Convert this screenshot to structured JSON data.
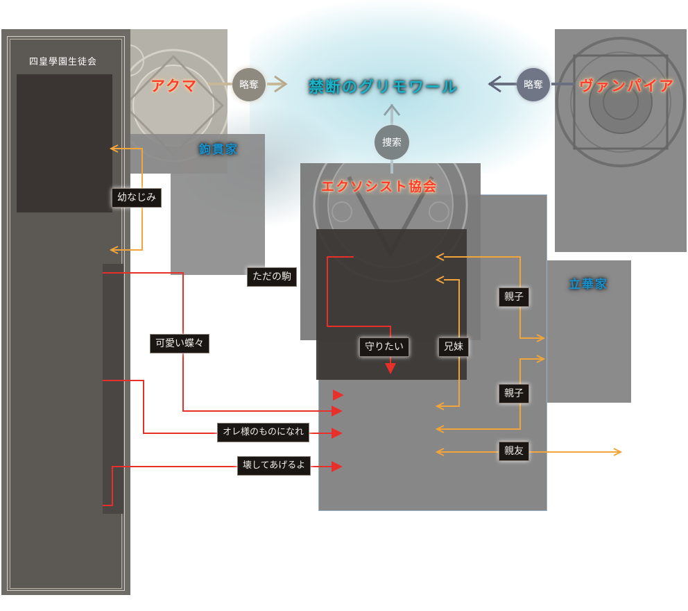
{
  "nodes": {
    "akuma": "アクマ",
    "grimoire": "禁断のグリモワール",
    "vampire": "ヴァンパイア",
    "exorcist": "エクソシスト協会",
    "student_council": "四皇學園生徒会",
    "kouzuki": "鉤貫家",
    "tachibana": "立華家"
  },
  "circles": {
    "ryakudatsu_left": "略奪",
    "ryakudatsu_right": "略奪",
    "sousaku": "捜索"
  },
  "relations": {
    "osananajimi": "幼なじみ",
    "tada_no_koma": "ただの駒",
    "kawaii_chouchou": "可愛い蝶々",
    "mamoritai": "守りたい",
    "kyoudai": "兄妹",
    "oyako_1": "親子",
    "oyako_2": "親子",
    "ore_sama": "オレ様のものになれ",
    "kowashite": "壊してあげるよ",
    "shinyuu": "親友"
  },
  "colors": {
    "red_line": "#e8302a",
    "orange_line": "#f2a53a",
    "panel_dark": "#3a3533",
    "panel_gray": "#878787",
    "left_column": "#5c5854"
  }
}
